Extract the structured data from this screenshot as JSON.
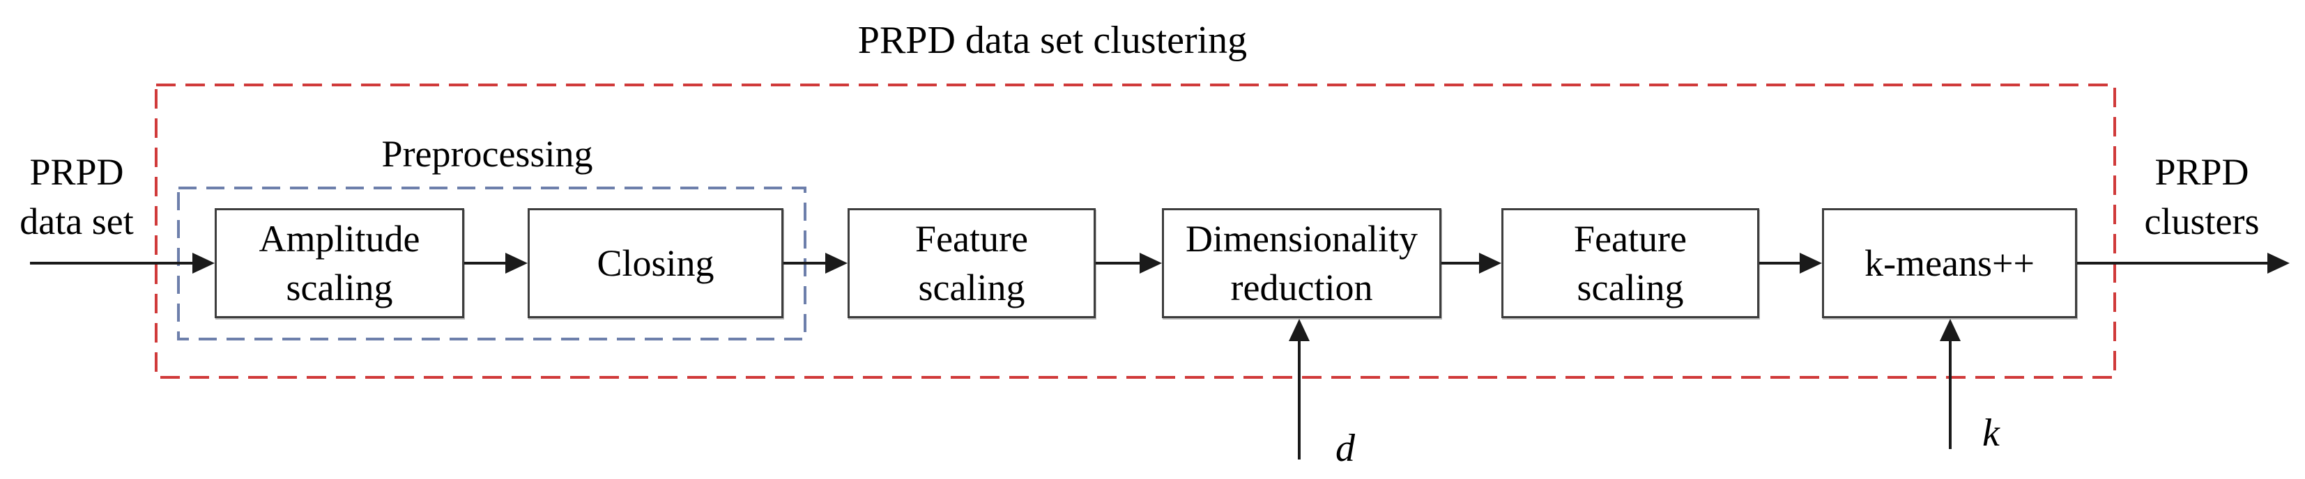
{
  "groups": {
    "clustering": {
      "title": "PRPD data set clustering",
      "border_color": "#d03a3a"
    },
    "preprocessing": {
      "label": "Preprocessing",
      "border_color": "#6d7fab"
    }
  },
  "io": {
    "input": {
      "line1": "PRPD",
      "line2": "data set"
    },
    "output": {
      "line1": "PRPD",
      "line2": "clusters"
    }
  },
  "blocks": [
    {
      "line1": "Amplitude",
      "line2": "scaling"
    },
    {
      "line1": "Closing"
    },
    {
      "line1": "Feature",
      "line2": "scaling"
    },
    {
      "line1": "Dimensionality",
      "line2": "reduction"
    },
    {
      "line1": "Feature",
      "line2": "scaling"
    },
    {
      "line1": "k-means++"
    }
  ],
  "params": {
    "d": "d",
    "k": "k"
  },
  "colors": {
    "arrow": "#1a1a1a",
    "block_border": "#3d3d3d"
  }
}
